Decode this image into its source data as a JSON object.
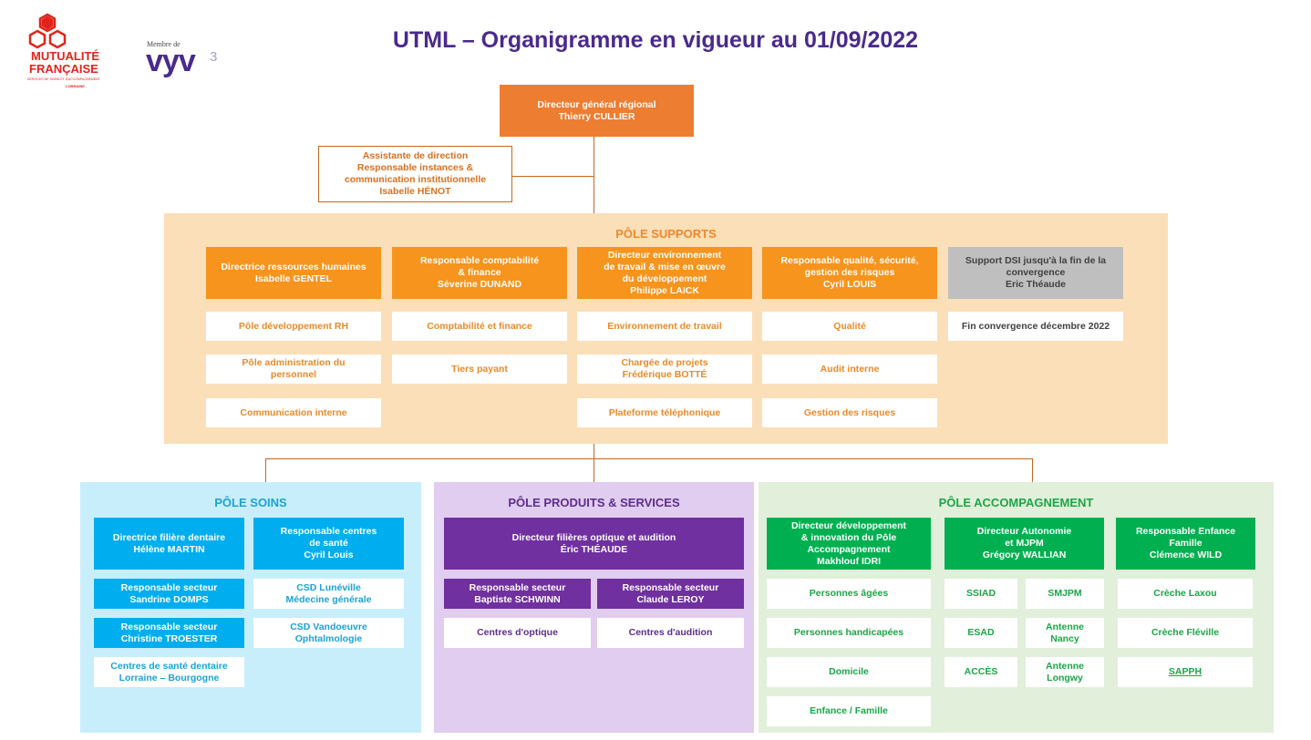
{
  "logos": {
    "mutualite": {
      "line1": "MUTUALITÉ",
      "line2": "FRANÇAISE",
      "small1": "SERVICES DE SOINS ET D'ACCOMPAGNEMENT",
      "small2": "LORRAINE"
    },
    "vyv": {
      "membre": "Membre de",
      "brand": "vyv",
      "sup": "3"
    }
  },
  "title": "UTML – Organigramme en vigueur au 01/09/2022",
  "director": "Directeur général régional\nThierry CULLIER",
  "assistant": "Assistante de direction\nResponsable instances &\ncommunication institutionnelle\nIsabelle HÉNOT",
  "supports": {
    "title": "PÔLE SUPPORTS",
    "heads": [
      "Directrice ressources humaines\nIsabelle GENTEL",
      "Responsable comptabilité\n& finance\nSéverine DUNAND",
      "Directeur environnement\nde travail  & mise en œuvre\ndu développement\nPhilippe LAICK",
      "Responsable qualité, sécurité,\ngestion des risques\nCyril LOUIS",
      "Support DSI jusqu'à la fin de la\nconvergence\nEric Théaude"
    ],
    "col1": [
      "Pôle développement RH",
      "Pôle administration du\npersonnel",
      "Communication interne"
    ],
    "col2": [
      "Comptabilité et finance",
      "Tiers payant"
    ],
    "col3": [
      "Environnement de travail",
      "Chargée de projets\nFrédérique BOTTÉ",
      "Plateforme téléphonique"
    ],
    "col4": [
      "Qualité",
      "Audit interne",
      "Gestion des risques"
    ],
    "col5": [
      "Fin convergence  décembre 2022"
    ]
  },
  "soins": {
    "title": "PÔLE SOINS",
    "head1": "Directrice filière dentaire\nHélène MARTIN",
    "head2": "Responsable centres\nde santé\nCyril Louis",
    "left": [
      "Responsable secteur\nSandrine DOMPS",
      "Responsable secteur\nChristine TROESTER",
      "Centres de santé dentaire\nLorraine – Bourgogne"
    ],
    "right": [
      "CSD Lunéville\nMédecine générale",
      "CSD Vandoeuvre\nOphtalmologie"
    ]
  },
  "produits": {
    "title": "PÔLE PRODUITS & SERVICES",
    "head": "Directeur filières optique et audition\nÉric THÉAUDE",
    "sub_heads": [
      "Responsable secteur\nBaptiste SCHWINN",
      "Responsable secteur\nClaude LEROY"
    ],
    "subs": [
      "Centres d'optique",
      "Centres d'audition"
    ]
  },
  "accompagnement": {
    "title": "PÔLE ACCOMPAGNEMENT",
    "heads": [
      "Directeur développement\n& innovation du Pôle\nAccompagnement\nMakhlouf  IDRI",
      "Directeur Autonomie\net MJPM\nGrégory WALLIAN",
      "Responsable Enfance\nFamille\nClémence WILD"
    ],
    "col1": [
      "Personnes âgées",
      "Personnes handicapées",
      "Domicile",
      "Enfance / Famille"
    ],
    "col2a": [
      "SSIAD",
      "ESAD",
      "ACCÈS"
    ],
    "col2b": [
      "SMJPM",
      "Antenne\nNancy",
      "Antenne\nLongwy"
    ],
    "col3": [
      "Crèche Laxou",
      "Crèche Fléville",
      "SAPPH"
    ]
  }
}
